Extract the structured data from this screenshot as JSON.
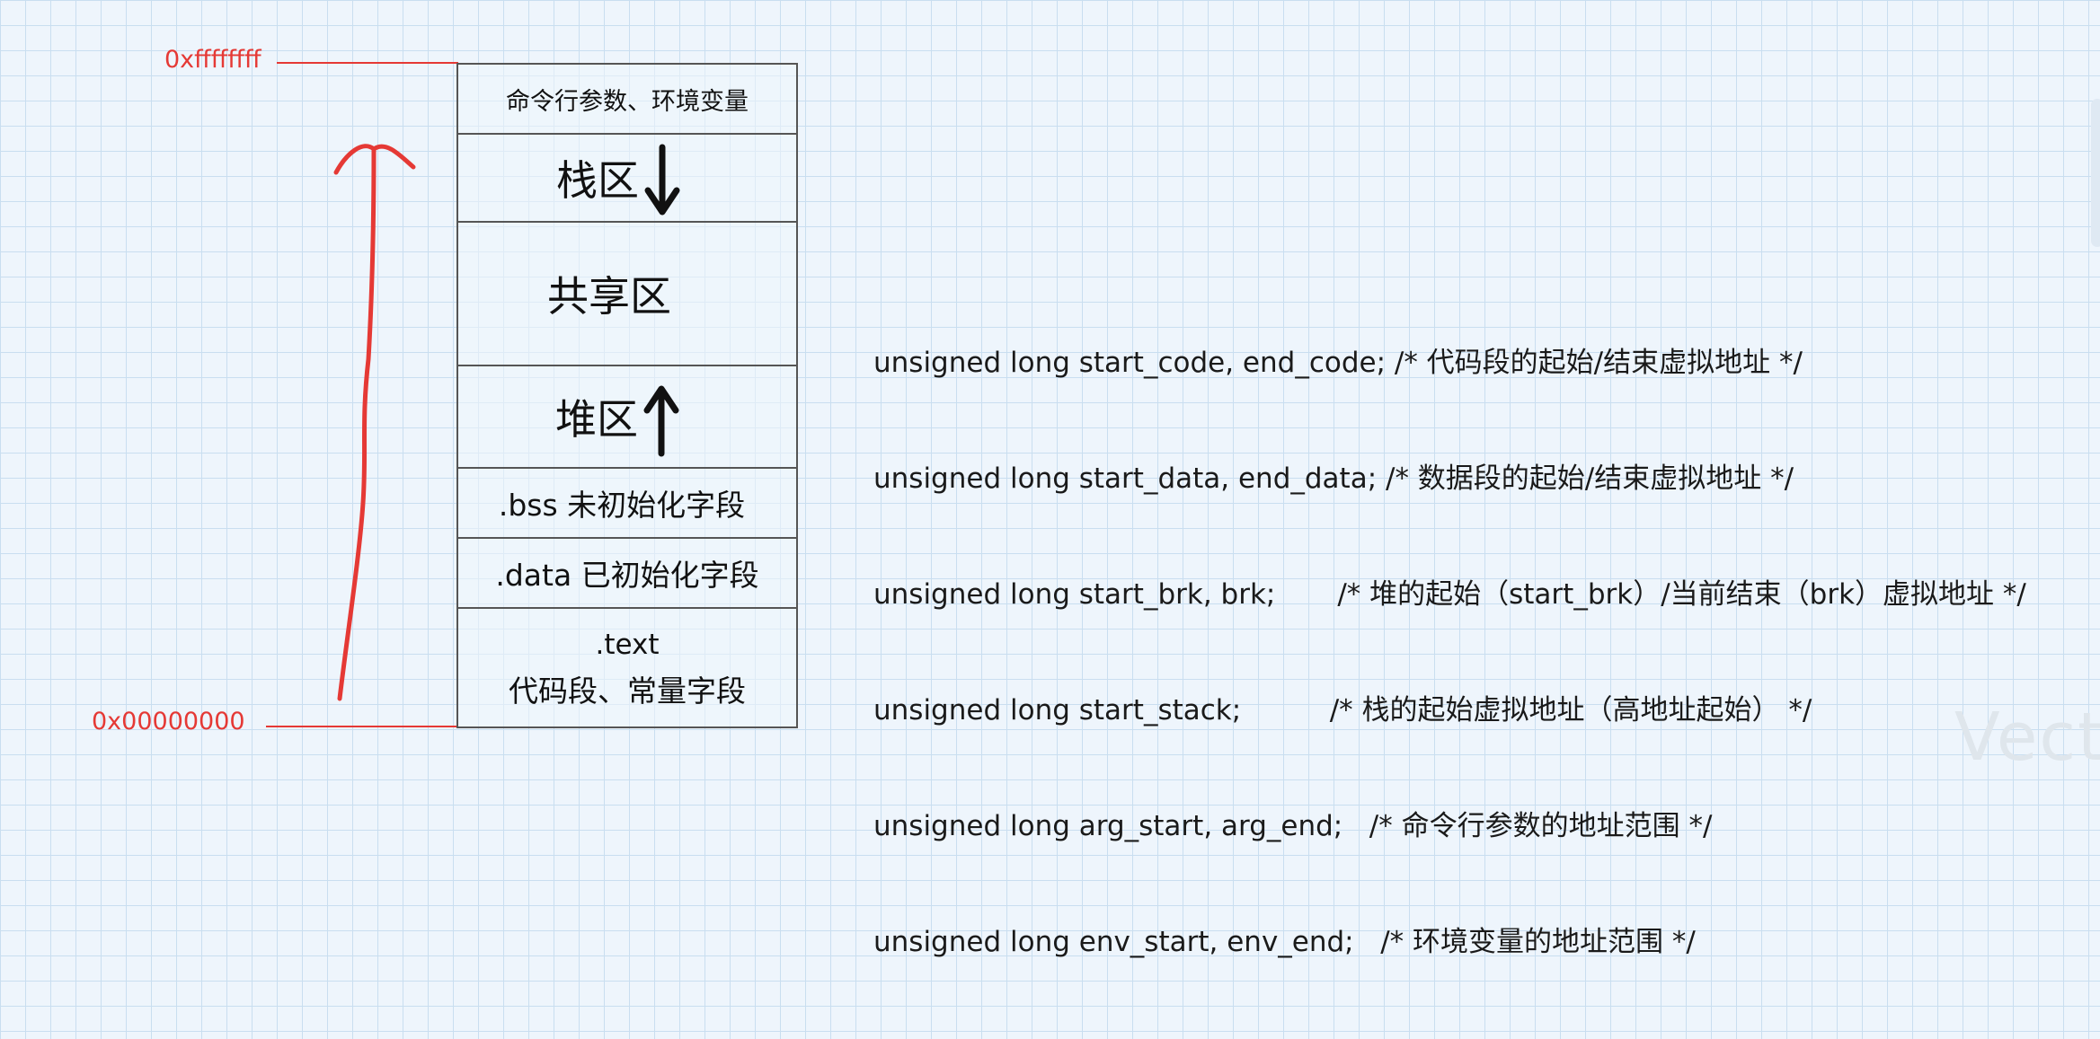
{
  "addresses": {
    "high": "0xffffffff",
    "low": "0x00000000"
  },
  "segments": [
    {
      "label": "命令行参数、环境变量",
      "arrow": ""
    },
    {
      "label": "栈区",
      "arrow": "down"
    },
    {
      "label": "共享区",
      "arrow": ""
    },
    {
      "label": "堆区",
      "arrow": "up"
    },
    {
      "label": ".bss 未初始化字段",
      "arrow": ""
    },
    {
      "label": ".data 已初始化字段",
      "arrow": ""
    },
    {
      "label": ".text",
      "sub": "代码段、常量字段",
      "arrow": ""
    }
  ],
  "code_lines": [
    "unsigned long start_code, end_code; /* 代码段的起始/结束虚拟地址 */",
    "unsigned long start_data, end_data; /* 数据段的起始/结束虚拟地址 */",
    "unsigned long start_brk, brk;       /* 堆的起始（start_brk）/当前结束（brk）虚拟地址 */",
    "unsigned long start_stack;          /* 栈的起始虚拟地址（高地址起始） */",
    "unsigned long arg_start, arg_end;   /* 命令行参数的地址范围 */",
    "unsigned long env_start, env_end;   /* 环境变量的地址范围 */"
  ],
  "watermark": "Vect",
  "colors": {
    "accent_red": "#e53935",
    "box_border": "#555555",
    "grid": "#c9def0",
    "background": "#eef5fc"
  },
  "icons": {
    "growth_arrow": "red-up-arrow-icon",
    "stack_dir": "down-arrow-icon",
    "heap_dir": "up-arrow-icon"
  }
}
